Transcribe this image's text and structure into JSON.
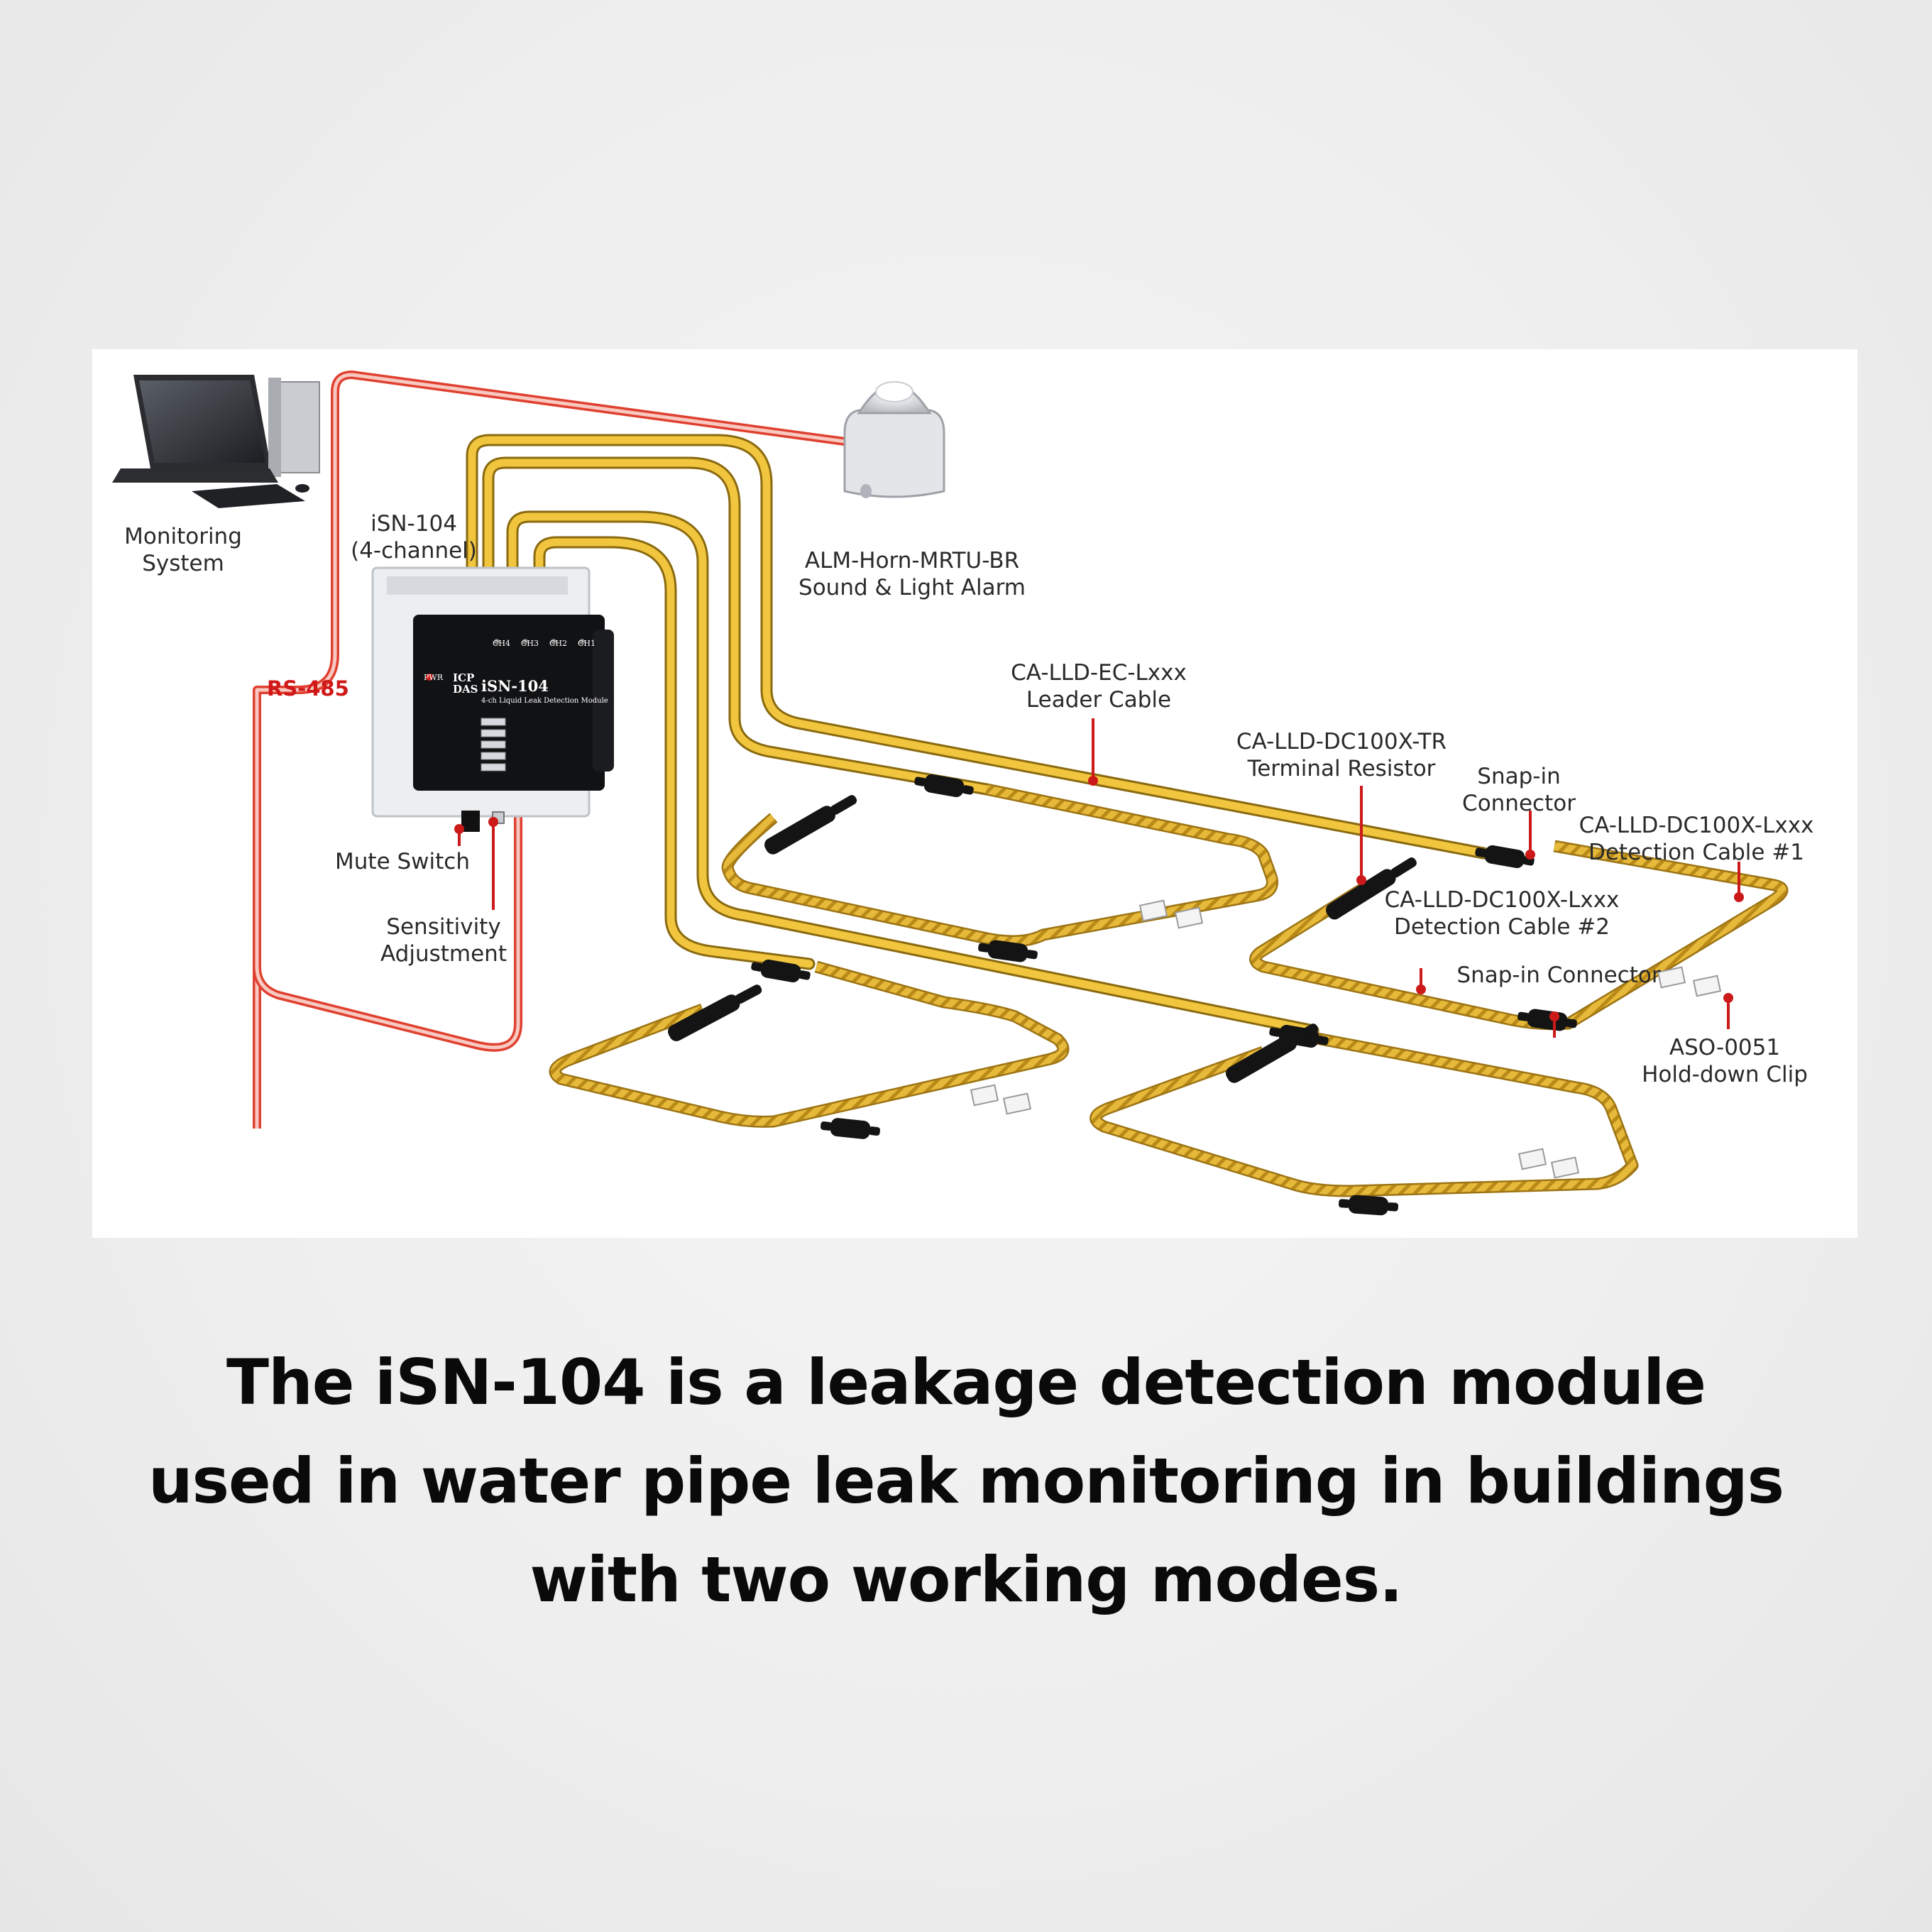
{
  "diagram": {
    "labels": {
      "monitoring_line1": "Monitoring",
      "monitoring_line2": "System",
      "isn_line1": "iSN-104",
      "isn_line2": "(4-channel)",
      "rs485": "RS-485",
      "mute": "Mute Switch",
      "sens_line1": "Sensitivity",
      "sens_line2": "Adjustment",
      "alarm_line1": "ALM-Horn-MRTU-BR",
      "alarm_line2": "Sound & Light Alarm",
      "leader_line1": "CA-LLD-EC-Lxxx",
      "leader_line2": "Leader Cable",
      "tr_line1": "CA-LLD-DC100X-TR",
      "tr_line2": "Terminal Resistor",
      "snap1_line1": "Snap-in",
      "snap1_line2": "Connector",
      "det1_line1": "CA-LLD-DC100X-Lxxx",
      "det1_line2": "Detection Cable #1",
      "det2_line1": "CA-LLD-DC100X-Lxxx",
      "det2_line2": "Detection Cable #2",
      "snap2": "Snap-in Connector",
      "clip_line1": "ASO-0051",
      "clip_line2": "Hold-down Clip"
    },
    "device": {
      "brand_top": "ICP",
      "brand_bottom": "DAS",
      "model": "iSN-104",
      "subtitle": "4-ch Liquid Leak Detection Module",
      "channels": [
        "CH4",
        "CH3",
        "CH2",
        "CH1"
      ],
      "pwr": "PWR"
    },
    "colors": {
      "rs485_cable": "#e0402f",
      "leader_cable": "#e8b62a",
      "annotation": "#cc1a1a"
    }
  },
  "caption": {
    "line1": "The iSN-104 is a leakage detection module",
    "line2": "used in water pipe leak monitoring in buildings",
    "line3": "with two working modes."
  }
}
